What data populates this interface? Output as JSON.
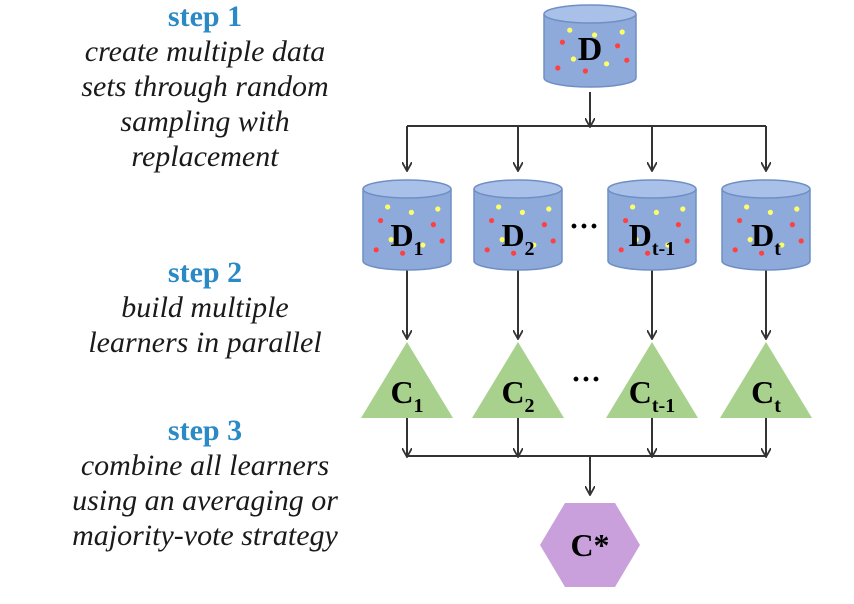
{
  "steps": [
    {
      "title": "step 1",
      "lines": [
        "create multiple data",
        "sets through random",
        "sampling with",
        "replacement"
      ]
    },
    {
      "title": "step 2",
      "lines": [
        "build multiple",
        "learners in parallel"
      ]
    },
    {
      "title": "step 3",
      "lines": [
        "combine all learners",
        "using an averaging or",
        "majority-vote strategy"
      ]
    }
  ],
  "diagram": {
    "source_dataset": "D",
    "bootstrap_sets": [
      {
        "main": "D",
        "sub": "1"
      },
      {
        "main": "D",
        "sub": "2"
      },
      {
        "main": "D",
        "sub": "t-1"
      },
      {
        "main": "D",
        "sub": "t"
      }
    ],
    "learners": [
      {
        "main": "C",
        "sub": "1"
      },
      {
        "main": "C",
        "sub": "2"
      },
      {
        "main": "C",
        "sub": "t-1"
      },
      {
        "main": "C",
        "sub": "t"
      }
    ],
    "ellipsis": "···",
    "ensemble": "C*",
    "colors": {
      "cylinder_fill": "#8eaadb",
      "cylinder_top": "#a9c1e8",
      "cylinder_stroke": "#6f8fc4",
      "triangle_fill": "#a9d18e",
      "hexagon_fill": "#c9a0dc",
      "arrow": "#333333",
      "dot_red": "#ff4040",
      "dot_yellow": "#ffff66",
      "step_title": "#2a8ac6"
    }
  }
}
